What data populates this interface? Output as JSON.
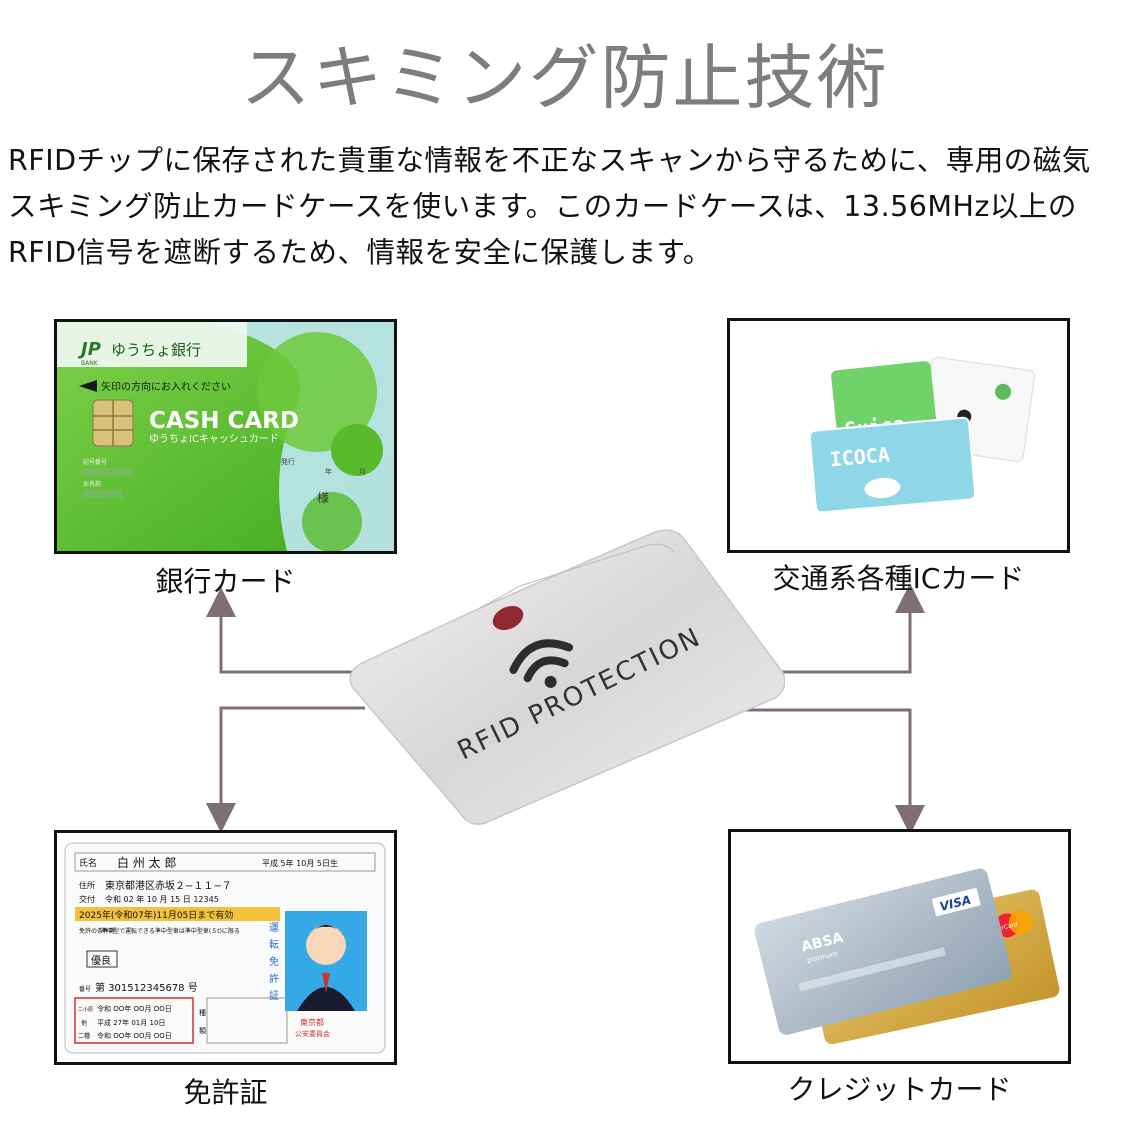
{
  "title": "スキミング防止技術",
  "description": [
    "RFIDチップに保存された貴重な情報を不正なスキャンから守るために、専用の磁気",
    "スキミング防止カードケースを使います。このカードケースは、13.56MHz以上の",
    "RFID信号を遮断するため、情報を安全に保護します。"
  ],
  "sleeve": {
    "text": "RFID PROTECTION"
  },
  "panels": {
    "bank": {
      "label": "銀行カード",
      "logo": "JP",
      "logo_sub": "BANK",
      "bank_name": "ゆうちょ銀行",
      "insert": "矢印の方向にお入れください",
      "card_title": "CASH CARD",
      "card_subtitle": "ゆうちょICキャッシュカード",
      "field1": "記号番号",
      "field2": "お名前",
      "issue": "発行",
      "year": "年",
      "month": "月",
      "sama": "様"
    },
    "transit": {
      "label": "交通系各種ICカード",
      "card1": "Suica",
      "card2": "ICOCA"
    },
    "license": {
      "label": "免許証",
      "name_h": "氏名",
      "name": "白 州 太 郎",
      "birth": "平成 5年 10月 5日生",
      "addr_h": "住所",
      "addr": "東京都港区赤坂２−１１−７",
      "issue_h": "交付",
      "issue": "令和 02 年 10 月 15 日 12345",
      "expiry": "2025年(令和07年)11月05日まで有効",
      "cond_h": "免許の条件等",
      "cond": "準中型で運転できる準中型車は準中型車(５t)に限る",
      "good": "優良",
      "num_h": "番号",
      "num": "第 301512345678 号",
      "vert": [
        "運",
        "転",
        "免",
        "許",
        "証"
      ],
      "r1h": "二小原",
      "r1": "令和 OO年 OO月 OO日",
      "r2h": "他",
      "r2": "平成 27年 01月 10日",
      "r3h": "二種",
      "r3": "令和 OO年 OO月 OO日",
      "s1": "種",
      "s2": "類",
      "auth1": "東京都",
      "auth2": "公安委員会"
    },
    "credit": {
      "label": "クレジットカード",
      "brand": "ABSA",
      "tier": "platinum",
      "visa": "VISA",
      "mc": "MasterCard"
    }
  },
  "colors": {
    "title": "#7d7d7d",
    "arrow": "#7f6f72",
    "bank_green": "#5cc229",
    "suica_green": "#6fd36a",
    "icoca_blue": "#8fd7e8"
  }
}
